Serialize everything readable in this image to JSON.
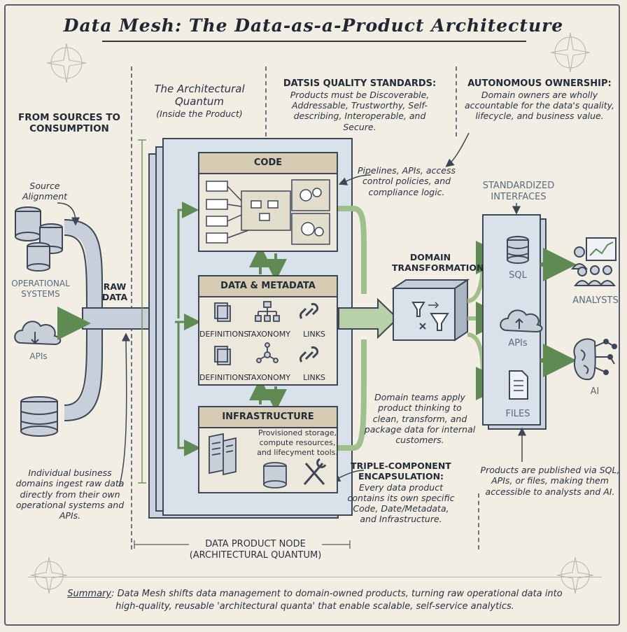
{
  "title": "Data Mesh: The Data-as-a-Product Architecture",
  "columns": {
    "sources": {
      "heading": "FROM SOURCES TO CONSUMPTION"
    },
    "quantum": {
      "heading": "The Architectural Quantum",
      "sub": "(Inside the Product)"
    },
    "quality": {
      "heading": "DATSIS QUALITY STANDARDS:",
      "body": "Products must be Discoverable, Addressable, Trustworthy, Self-describing, Interoperable, and Secure."
    },
    "ownership": {
      "heading": "AUTONOMOUS OWNERSHIP:",
      "body": "Domain owners are wholly accountable for the data's quality, lifecycle, and business value."
    }
  },
  "left": {
    "source_alignment": "Source Alignment",
    "operational_systems": "OPERATIONAL SYSTEMS",
    "apis": "APIs",
    "raw_data": "RAW DATA",
    "note": "Individual business domains ingest raw data directly from their own operational systems and APIs."
  },
  "node": {
    "code": {
      "title": "CODE"
    },
    "data_metadata": {
      "title": "DATA & METADATA",
      "row1": [
        "DEFINITIONS",
        "TAXONOMY",
        "LINKS"
      ],
      "row2": [
        "DEFINITIONS",
        "TAXONOMY",
        "LINKS"
      ]
    },
    "infrastructure": {
      "title": "INFRASTRUCTURE",
      "desc": "Provisioned storage, compute resources, and lifecyment tools."
    },
    "caption": "DATA PRODUCT NODE (ARCHITECTURAL QUANTUM)"
  },
  "middle": {
    "pipelines_note": "Pipelines, APIs, access control policies, and compliance logic.",
    "domain_transformation": "DOMAIN TRANSFORMATION",
    "domain_teams_note": "Domain teams apply product thinking to clean, transform, and package data for internal customers.",
    "triple_heading": "TRIPLE-COMPONENT ENCAPSULATION:",
    "triple_body": "Every data product contains its own specific Code, Date/Metadata, and Infrastructure."
  },
  "right": {
    "interfaces_heading": "STANDARDIZED INTERFACES",
    "interfaces": [
      "SQL",
      "APIs",
      "FILES"
    ],
    "consumers": [
      "ANALYSTS",
      "AI"
    ],
    "note": "Products are published via SQL, APIs, or files, making them accessible to analysts and AI."
  },
  "summary": {
    "label": "Summary",
    "text": ": Data Mesh shifts data management to domain-owned products, turning raw operational data into high-quality, reusable 'architectural quanta' that enable scalable, self-service analytics."
  },
  "colors": {
    "panel": "#d9e1ea",
    "box": "#ece8dc",
    "header": "#d6ccb4",
    "arrow_green": "#9fbf8c",
    "outline": "#3d4756"
  }
}
